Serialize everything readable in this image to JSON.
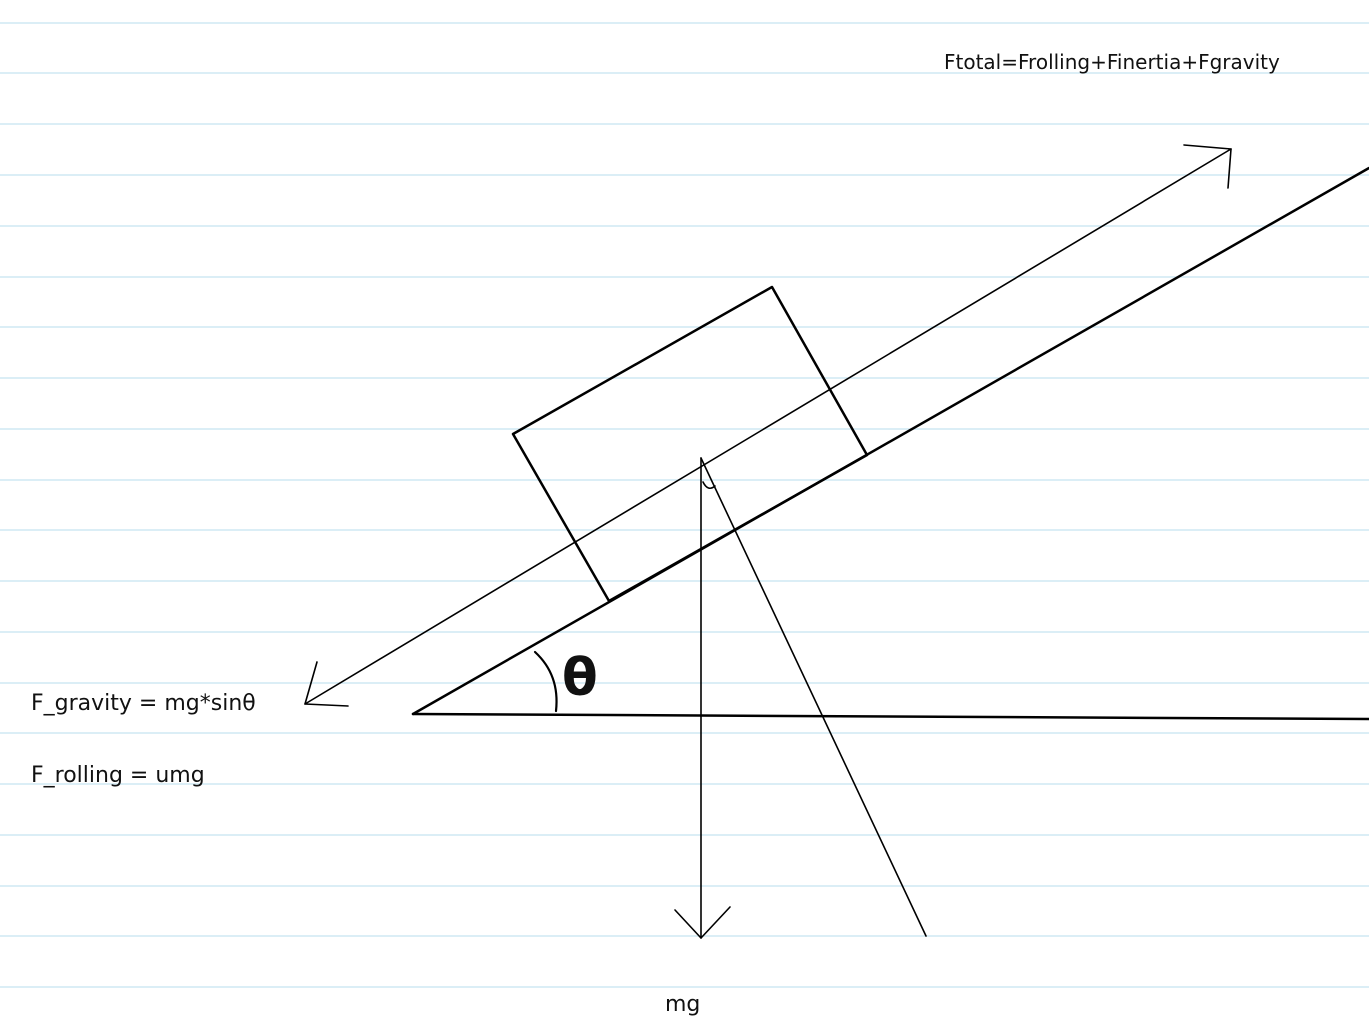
{
  "labels": {
    "total_force_equation": "Ftotal=Frolling+Finertia+Fgravity",
    "gravity_force_equation": "F_gravity = mg*sinθ",
    "rolling_force_equation": "F_rolling = umg",
    "weight_label": "mg",
    "angle_symbol": "θ"
  },
  "colors": {
    "ruled_lines": "#cfe8f3",
    "ink": "#000000",
    "background": "#ffffff"
  }
}
